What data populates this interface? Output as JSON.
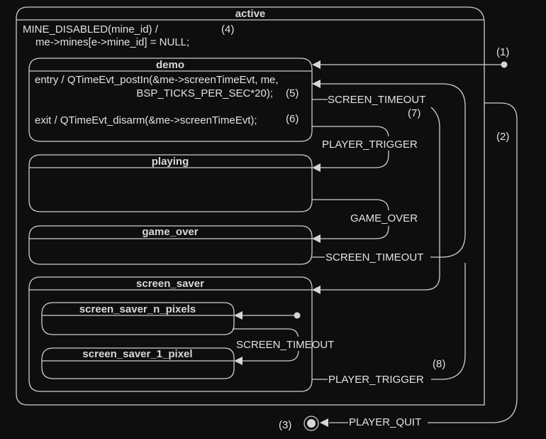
{
  "diagram": {
    "type": "UML state machine",
    "states": {
      "active": {
        "name": "active",
        "internal_transition": {
          "line1": "MINE_DISABLED(mine_id) /",
          "line2": "me->mines[e->mine_id] = NULL;",
          "ref": "(4)"
        }
      },
      "demo": {
        "name": "demo",
        "entry_line1": "entry / QTimeEvt_postIn(&me->screenTimeEvt, me,",
        "entry_line2": "BSP_TICKS_PER_SEC*20);",
        "entry_ref": "(5)",
        "exit_line": "exit / QTimeEvt_disarm(&me->screenTimeEvt);",
        "exit_ref": "(6)"
      },
      "playing": {
        "name": "playing"
      },
      "game_over": {
        "name": "game_over"
      },
      "screen_saver": {
        "name": "screen_saver"
      },
      "screen_saver_n_pixels": {
        "name": "screen_saver_n_pixels"
      },
      "screen_saver_1_pixel": {
        "name": "screen_saver_1_pixel"
      }
    },
    "transitions": {
      "initial_ref": "(1)",
      "to_final_ref": "(2)",
      "final_ref": "(3)",
      "demo_screen_timeout": {
        "label": "SCREEN_TIMEOUT",
        "ref": "(7)"
      },
      "demo_player_trigger": {
        "label": "PLAYER_TRIGGER"
      },
      "playing_game_over": {
        "label": "GAME_OVER"
      },
      "game_over_screen_timeout": {
        "label": "SCREEN_TIMEOUT"
      },
      "screen_saver_inner_timeout": {
        "label": "SCREEN_TIMEOUT"
      },
      "screen_saver_player_trigger": {
        "label": "PLAYER_TRIGGER",
        "ref": "(8)"
      },
      "player_quit": {
        "label": "PLAYER_QUIT"
      }
    }
  }
}
